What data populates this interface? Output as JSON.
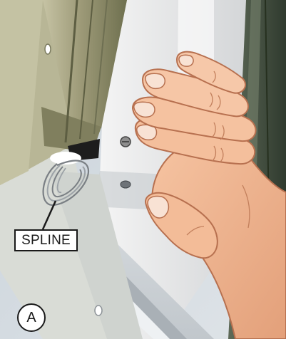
{
  "figure": {
    "callout_label": "SPLINE",
    "step_label": "A"
  },
  "colors": {
    "background_wall": "#d2d9df",
    "frame_light": "#e6e6e6",
    "frame_shadow": "#b9bcc0",
    "hinge_olive": "#8a8a68",
    "hinge_olive_dark": "#6a6c4f",
    "door_green": "#3f4a3c",
    "skin": "#f0b690",
    "skin_shadow": "#d88f6c",
    "nail": "#f6e0d2",
    "outline": "#1a1a1a"
  },
  "icons": {
    "screw": "screw-icon",
    "spline_coil": "spline-coil-icon",
    "hand": "hand-illustration"
  }
}
